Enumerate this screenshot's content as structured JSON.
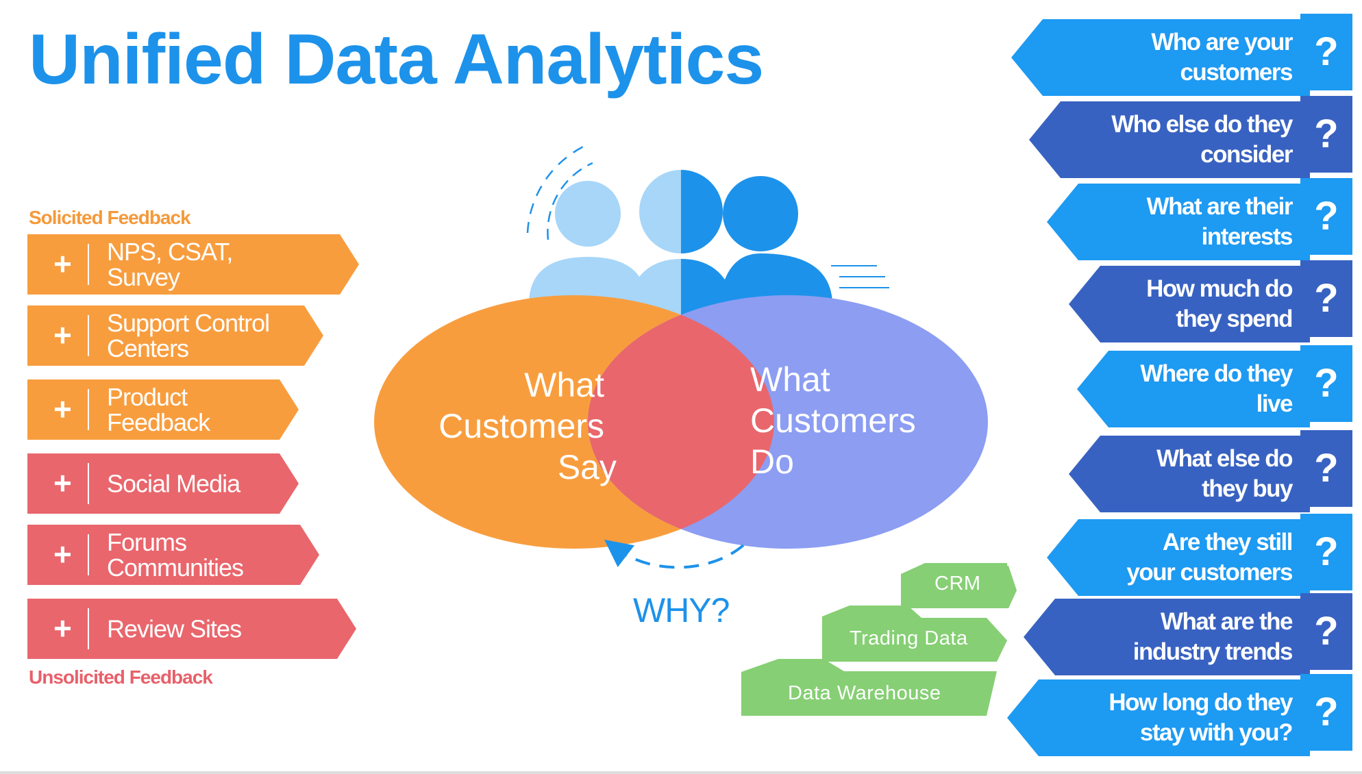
{
  "title": "Unified Data Analytics",
  "solicited_label": "Solicited Feedback",
  "unsolicited_label": "Unsolicited Feedback",
  "plus_symbol": "+",
  "feedback_sources": [
    {
      "label": "NPS, CSAT,\nSurvey",
      "color": "#f89d3e"
    },
    {
      "label": "Support Control\nCenters",
      "color": "#f89d3e"
    },
    {
      "label": "Product\nFeedback",
      "color": "#f89d3e"
    },
    {
      "label": "Social Media",
      "color": "#e9666c"
    },
    {
      "label": "Forums\nCommunities",
      "color": "#e9666c"
    },
    {
      "label": "Review Sites",
      "color": "#e9666c"
    }
  ],
  "venn": {
    "say_line1": "What",
    "say_line2": "Customers",
    "say_line3": "Say",
    "do_text": "What\nCustomers\nDo",
    "say_color": "#f89d3e",
    "do_color": "#8c9df2",
    "overlap_color": "#e9666c"
  },
  "why_label": "WHY?",
  "data_sources": [
    "CRM",
    "Trading Data",
    "Data Warehouse"
  ],
  "data_source_color": "#86cf74",
  "question_mark": "?",
  "questions": [
    {
      "text": "Who are your\ncustomers",
      "style": "light"
    },
    {
      "text": "Who else do  they\nconsider",
      "style": "dark"
    },
    {
      "text": "What are their\ninterests",
      "style": "light"
    },
    {
      "text": "How much  do\nthey spend",
      "style": "dark"
    },
    {
      "text": "Where do  they\nlive",
      "style": "light"
    },
    {
      "text": "What else  do\nthey buy",
      "style": "dark"
    },
    {
      "text": "Are they still\nyour customers",
      "style": "light"
    },
    {
      "text": "What are the\nindustry trends",
      "style": "dark"
    },
    {
      "text": "How long do they\nstay with you?",
      "style": "light"
    }
  ],
  "colors": {
    "title": "#1d92ea",
    "question_light": "#1d9af2",
    "question_dark": "#3862c2",
    "people_light": "#a7d6f8",
    "people_blue": "#1d92ea"
  }
}
